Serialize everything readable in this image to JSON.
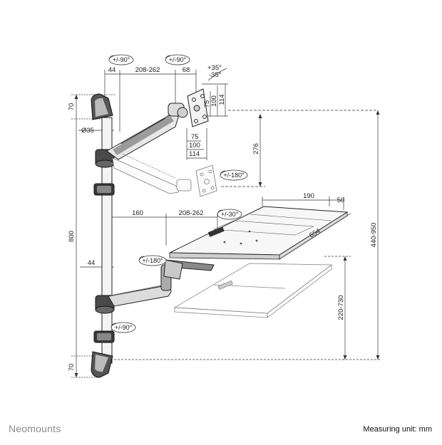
{
  "footer": {
    "brand": "Neomounts",
    "unit_note": "Measuring unit: mm"
  },
  "dimensions": {
    "top_offset": "44",
    "arm_reach_top": "208-262",
    "head_depth": "68",
    "tilt_up": "+35°",
    "tilt_down": "-35°",
    "vesa_75_v": "75",
    "vesa_100_v": "100",
    "vesa_114_v": "114",
    "vesa_75_h": "75",
    "vesa_100_h": "100",
    "vesa_114_h": "114",
    "pole_top_cap": "70",
    "pole_diameter": "Ø35",
    "monitor_vertical_travel": "276",
    "pole_length": "800",
    "overall_height": "440-950",
    "tray_width": "190",
    "tray_side": "50",
    "tray_length": "654",
    "lower_reach_1": "160",
    "lower_reach_2": "208-262",
    "lower_offset": "44",
    "tray_height": "220-730",
    "pole_bottom_cap": "70"
  },
  "rotations": {
    "top_left": "+/-90°",
    "top_right": "+/-90°",
    "monitor_rotate": "+/-180°",
    "tray_tilt": "+/-30°",
    "lower_arm": "+/-180°",
    "bottom_clamp": "+/-90°"
  }
}
